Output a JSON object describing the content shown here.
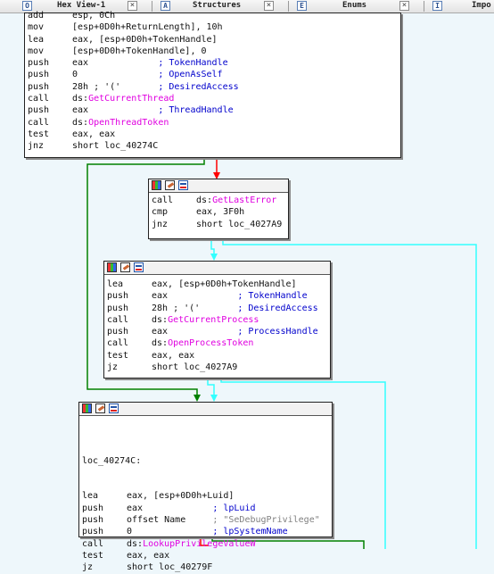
{
  "tabs": [
    {
      "label": "Hex View-1",
      "icon": "hex-icon",
      "icon_glyph": "O"
    },
    {
      "label": "Structures",
      "icon": "structures-icon",
      "icon_glyph": "A"
    },
    {
      "label": "Enums",
      "icon": "enums-icon",
      "icon_glyph": "E"
    },
    {
      "label": "Impo",
      "icon": "imports-icon",
      "icon_glyph": "I"
    }
  ],
  "close_glyph": "×",
  "colors": {
    "background": "#eef7fb",
    "edge_red": "#ff0000",
    "edge_cyan": "#33ffff",
    "edge_green": "#008000",
    "comment": "#0000cc",
    "function": "#e000e0"
  },
  "block1": {
    "lines": [
      {
        "m": "add",
        "o": "esp, 0Ch",
        "c": ""
      },
      {
        "m": "mov",
        "o": "[esp+0D0h+ReturnLength], 10h",
        "c": ""
      },
      {
        "m": "lea",
        "o": "eax, [esp+0D0h+TokenHandle]",
        "c": ""
      },
      {
        "m": "mov",
        "o": "[esp+0D0h+TokenHandle], 0",
        "c": ""
      },
      {
        "m": "push",
        "o": "eax             ",
        "c": "; TokenHandle"
      },
      {
        "m": "push",
        "o": "0               ",
        "c": "; OpenAsSelf"
      },
      {
        "m": "push",
        "o": "28h ; '('       ",
        "c": "; DesiredAccess"
      },
      {
        "m": "call",
        "o": "ds:",
        "f": "GetCurrentThread",
        "c": ""
      },
      {
        "m": "push",
        "o": "eax             ",
        "c": "; ThreadHandle"
      },
      {
        "m": "call",
        "o": "ds:",
        "f": "OpenThreadToken",
        "c": ""
      },
      {
        "m": "test",
        "o": "eax, eax",
        "c": ""
      },
      {
        "m": "jnz",
        "o": "short loc_40274C",
        "c": ""
      }
    ]
  },
  "block2": {
    "lines": [
      {
        "m": "call",
        "o": "ds:",
        "f": "GetLastError",
        "c": ""
      },
      {
        "m": "cmp",
        "o": "eax, 3F0h",
        "c": ""
      },
      {
        "m": "jnz",
        "o": "short loc_4027A9",
        "c": ""
      }
    ]
  },
  "block3": {
    "lines": [
      {
        "m": "lea",
        "o": "eax, [esp+0D0h+TokenHandle]",
        "c": ""
      },
      {
        "m": "push",
        "o": "eax             ",
        "c": "; TokenHandle"
      },
      {
        "m": "push",
        "o": "28h ; '('       ",
        "c": "; DesiredAccess"
      },
      {
        "m": "call",
        "o": "ds:",
        "f": "GetCurrentProcess",
        "c": ""
      },
      {
        "m": "push",
        "o": "eax             ",
        "c": "; ProcessHandle"
      },
      {
        "m": "call",
        "o": "ds:",
        "f": "OpenProcessToken",
        "c": ""
      },
      {
        "m": "test",
        "o": "eax, eax",
        "c": ""
      },
      {
        "m": "jz",
        "o": "short loc_4027A9",
        "c": ""
      }
    ]
  },
  "block4": {
    "label": "loc_40274C:",
    "lines": [
      {
        "m": "lea",
        "o": "eax, [esp+0D0h+Luid]",
        "c": ""
      },
      {
        "m": "push",
        "o": "eax             ",
        "c": "; lpLuid"
      },
      {
        "m": "push",
        "o": "offset Name     ",
        "c": "; \"SeDebugPrivilege\"",
        "gray": true
      },
      {
        "m": "push",
        "o": "0               ",
        "c": "; lpSystemName"
      },
      {
        "m": "call",
        "o": "ds:",
        "f": "LookupPrivilegeValueW",
        "c": ""
      },
      {
        "m": "test",
        "o": "eax, eax",
        "c": ""
      },
      {
        "m": "jz",
        "o": "short loc_40279F",
        "c": ""
      }
    ]
  }
}
